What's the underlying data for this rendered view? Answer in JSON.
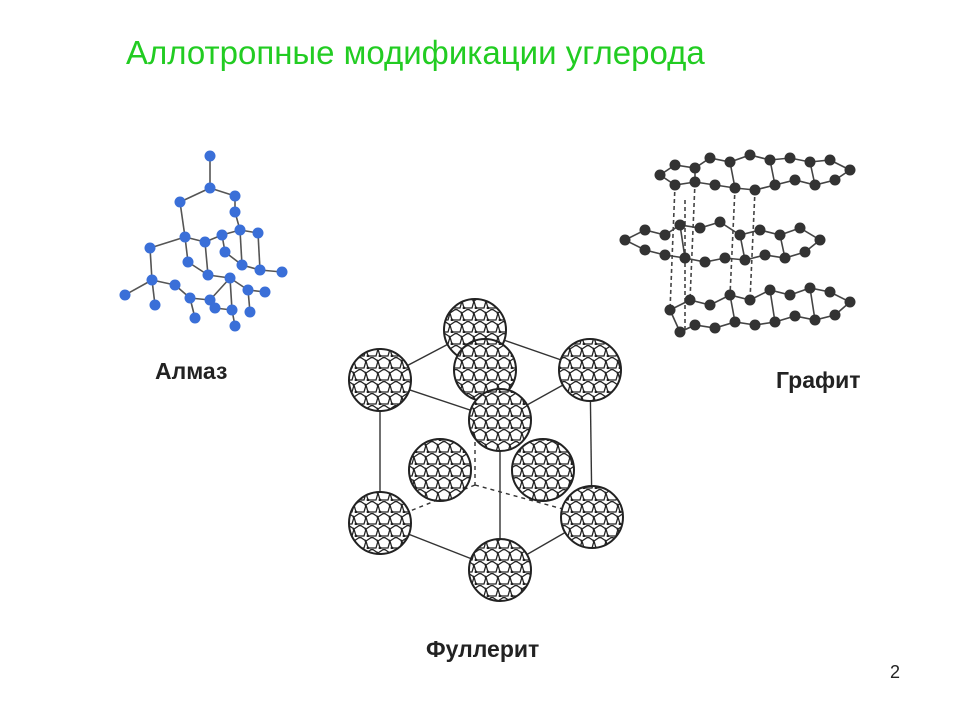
{
  "slide": {
    "title": "Аллотропные модификации углерода",
    "page_number": "2",
    "labels": {
      "diamond": "Алмаз",
      "graphite": "Графит",
      "fullerite": "Фуллерит"
    }
  },
  "colors": {
    "title": "#22cc22",
    "diamond_atom": "#3a6fd8",
    "graphite_atom": "#333333",
    "fullerene_edge": "#222222"
  }
}
